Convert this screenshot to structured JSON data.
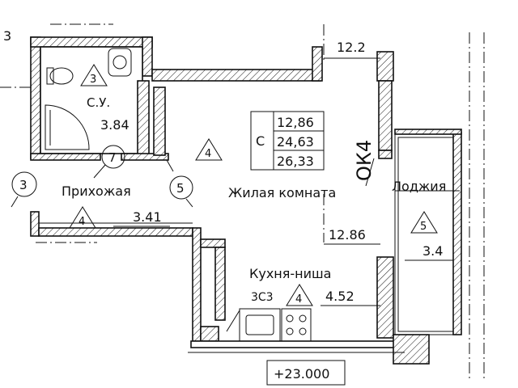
{
  "plan": {
    "corner_mark": "3",
    "rooms": {
      "bathroom": {
        "name": "С.У.",
        "area": "3.84",
        "finish": "3"
      },
      "hallway": {
        "name": "Прихожая",
        "area": "3.41",
        "finish": "4"
      },
      "living": {
        "name": "Жилая комната",
        "finish": "4",
        "area_top": "12.2",
        "area_right": "12.86"
      },
      "kitchen": {
        "name": "Кухня-ниша",
        "area": "4.52",
        "finish": "4",
        "equipment": "3С3"
      },
      "loggia": {
        "name": "Лоджия",
        "area": "3.4",
        "finish": "5"
      }
    },
    "area_table": {
      "prefix": "С",
      "rows": [
        "12,86",
        "24,63",
        "26,33"
      ]
    },
    "window_mark": "ОК4",
    "callouts": [
      "3",
      "7",
      "5"
    ],
    "bottom_mark": "+23.000"
  }
}
